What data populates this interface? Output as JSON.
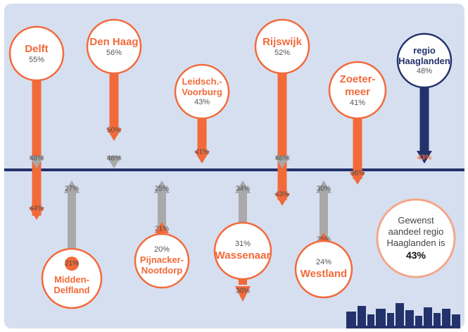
{
  "colors": {
    "background": "#d6dff0",
    "orange": "#f26a3a",
    "gray": "#a9a9a9",
    "navy": "#23326b",
    "note_border": "#f4a78a"
  },
  "target_note": {
    "line1": "Gewenst",
    "line2": "aandeel regio",
    "line3": "Haaglanden is",
    "value": "43%"
  },
  "chart_data": {
    "type": "arrow-comparison",
    "target": "43%",
    "items": [
      {
        "name": "Delft",
        "circle_value": "55%",
        "mid_value": "48%",
        "arrow_end_value": "44%",
        "circle_pos": "top"
      },
      {
        "name": "Den Haag",
        "circle_value": "56%",
        "arrow_end_value": "50%",
        "mid_value": "48%",
        "circle_pos": "top"
      },
      {
        "name": "Leidsch.-\nVoorburg",
        "circle_value": "43%",
        "arrow_end_value": "41%",
        "circle_pos": "top"
      },
      {
        "name": "Rijswijk",
        "circle_value": "52%",
        "mid_value": "46%",
        "arrow_end_value": "43%",
        "circle_pos": "top"
      },
      {
        "name": "Zoeter-\nmeer",
        "circle_value": "41%",
        "arrow_end_value": "38%",
        "circle_pos": "top"
      },
      {
        "name": "regio\nHaaglanden",
        "circle_value": "48%",
        "arrow_end_value": "43%",
        "circle_pos": "top"
      },
      {
        "name": "Midden-\nDelfland",
        "circle_value": "21%",
        "arrow_end_value": "27%",
        "circle_pos": "bottom"
      },
      {
        "name": "Pijnacker-\nNootdorp",
        "circle_value": "20%",
        "mid_value": "21%",
        "arrow_end_value": "25%",
        "circle_pos": "bottom"
      },
      {
        "name": "Wassenaar",
        "circle_value": "31%",
        "arrow_end_value": "34%",
        "extra_value": "30%",
        "circle_pos": "bottom"
      },
      {
        "name": "Westland",
        "circle_value": "24%",
        "mid_value": "25%",
        "arrow_end_value": "30%",
        "circle_pos": "bottom"
      }
    ]
  }
}
